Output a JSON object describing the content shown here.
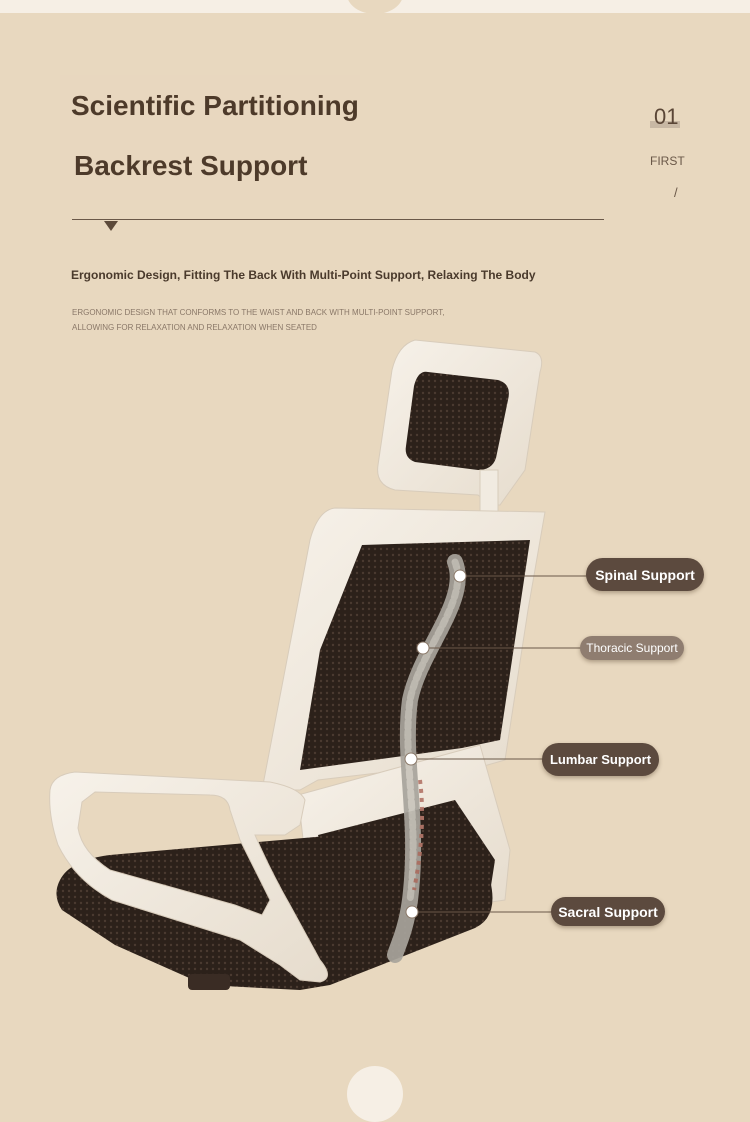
{
  "header": {
    "title_line1": "Scientific Partitioning",
    "title_line2": "Backrest Support",
    "section_number": "01",
    "section_label": "FIRST",
    "section_slash": "/"
  },
  "intro": {
    "subtitle": "Ergonomic Design, Fitting The Back With Multi-Point Support, Relaxing The Body",
    "desc_line1": "ERGONOMIC DESIGN THAT CONFORMS TO THE WAIST AND BACK WITH MULTI-POINT SUPPORT,",
    "desc_line2": "ALLOWING FOR RELAXATION AND RELAXATION WHEN SEATED"
  },
  "callouts": [
    {
      "label": "Spinal Support"
    },
    {
      "label": "Thoracic Support"
    },
    {
      "label": "Lumbar Support"
    },
    {
      "label": "Sacral Support"
    }
  ],
  "colors": {
    "background": "#e8d8bf",
    "frame": "#f3ece2",
    "mesh": "#2e221b",
    "pill": "#5c4a3e",
    "text": "#4d3a2a"
  }
}
